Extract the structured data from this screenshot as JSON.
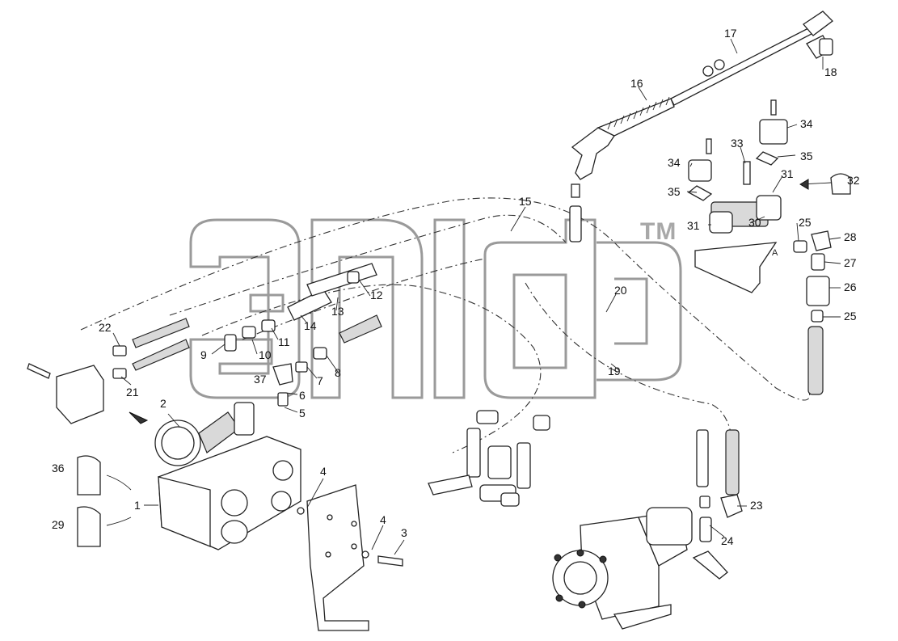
{
  "diagram": {
    "watermark_mark": "TM",
    "detail_letter": "A",
    "callouts": [
      {
        "label": "1"
      },
      {
        "label": "2"
      },
      {
        "label": "3"
      },
      {
        "label": "4"
      },
      {
        "label": "4"
      },
      {
        "label": "5"
      },
      {
        "label": "6"
      },
      {
        "label": "7"
      },
      {
        "label": "8"
      },
      {
        "label": "9"
      },
      {
        "label": "10"
      },
      {
        "label": "11"
      },
      {
        "label": "12"
      },
      {
        "label": "13"
      },
      {
        "label": "14"
      },
      {
        "label": "15"
      },
      {
        "label": "16"
      },
      {
        "label": "17"
      },
      {
        "label": "18"
      },
      {
        "label": "19"
      },
      {
        "label": "20"
      },
      {
        "label": "21"
      },
      {
        "label": "22"
      },
      {
        "label": "23"
      },
      {
        "label": "24"
      },
      {
        "label": "25"
      },
      {
        "label": "25"
      },
      {
        "label": "26"
      },
      {
        "label": "27"
      },
      {
        "label": "28"
      },
      {
        "label": "29"
      },
      {
        "label": "30"
      },
      {
        "label": "31"
      },
      {
        "label": "31"
      },
      {
        "label": "32"
      },
      {
        "label": "33"
      },
      {
        "label": "34"
      },
      {
        "label": "34"
      },
      {
        "label": "35"
      },
      {
        "label": "35"
      },
      {
        "label": "36"
      },
      {
        "label": "37"
      }
    ]
  }
}
